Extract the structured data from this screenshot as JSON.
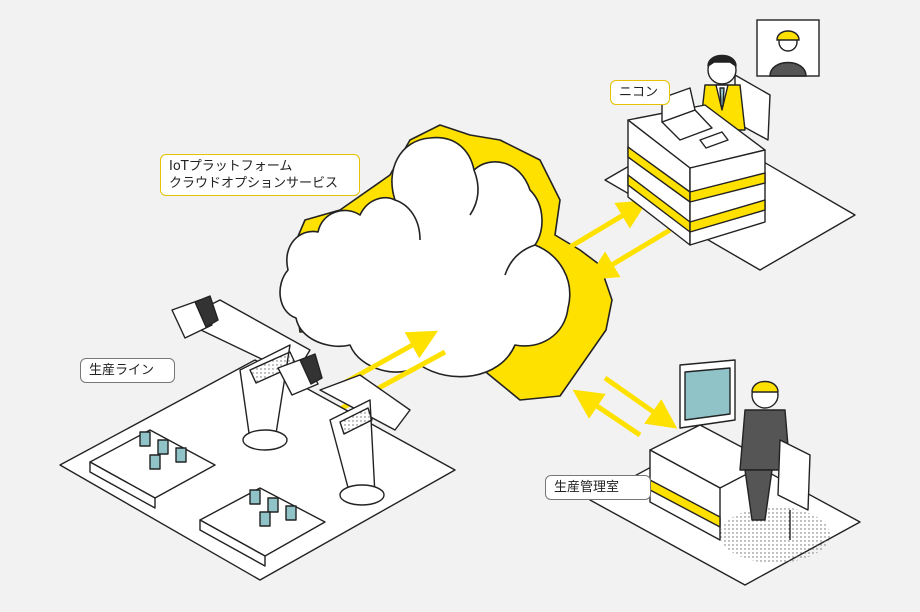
{
  "labels": {
    "nikon": "ニコン",
    "iot_platform": "IoTプラットフォーム\nクラウドオプションサービス",
    "production_line": "生産ライン",
    "production_control_room": "生産管理室"
  },
  "colors": {
    "accent": "#ffe100",
    "background": "#f2f2f2",
    "line": "#222222",
    "teal": "#8fc3c8"
  }
}
